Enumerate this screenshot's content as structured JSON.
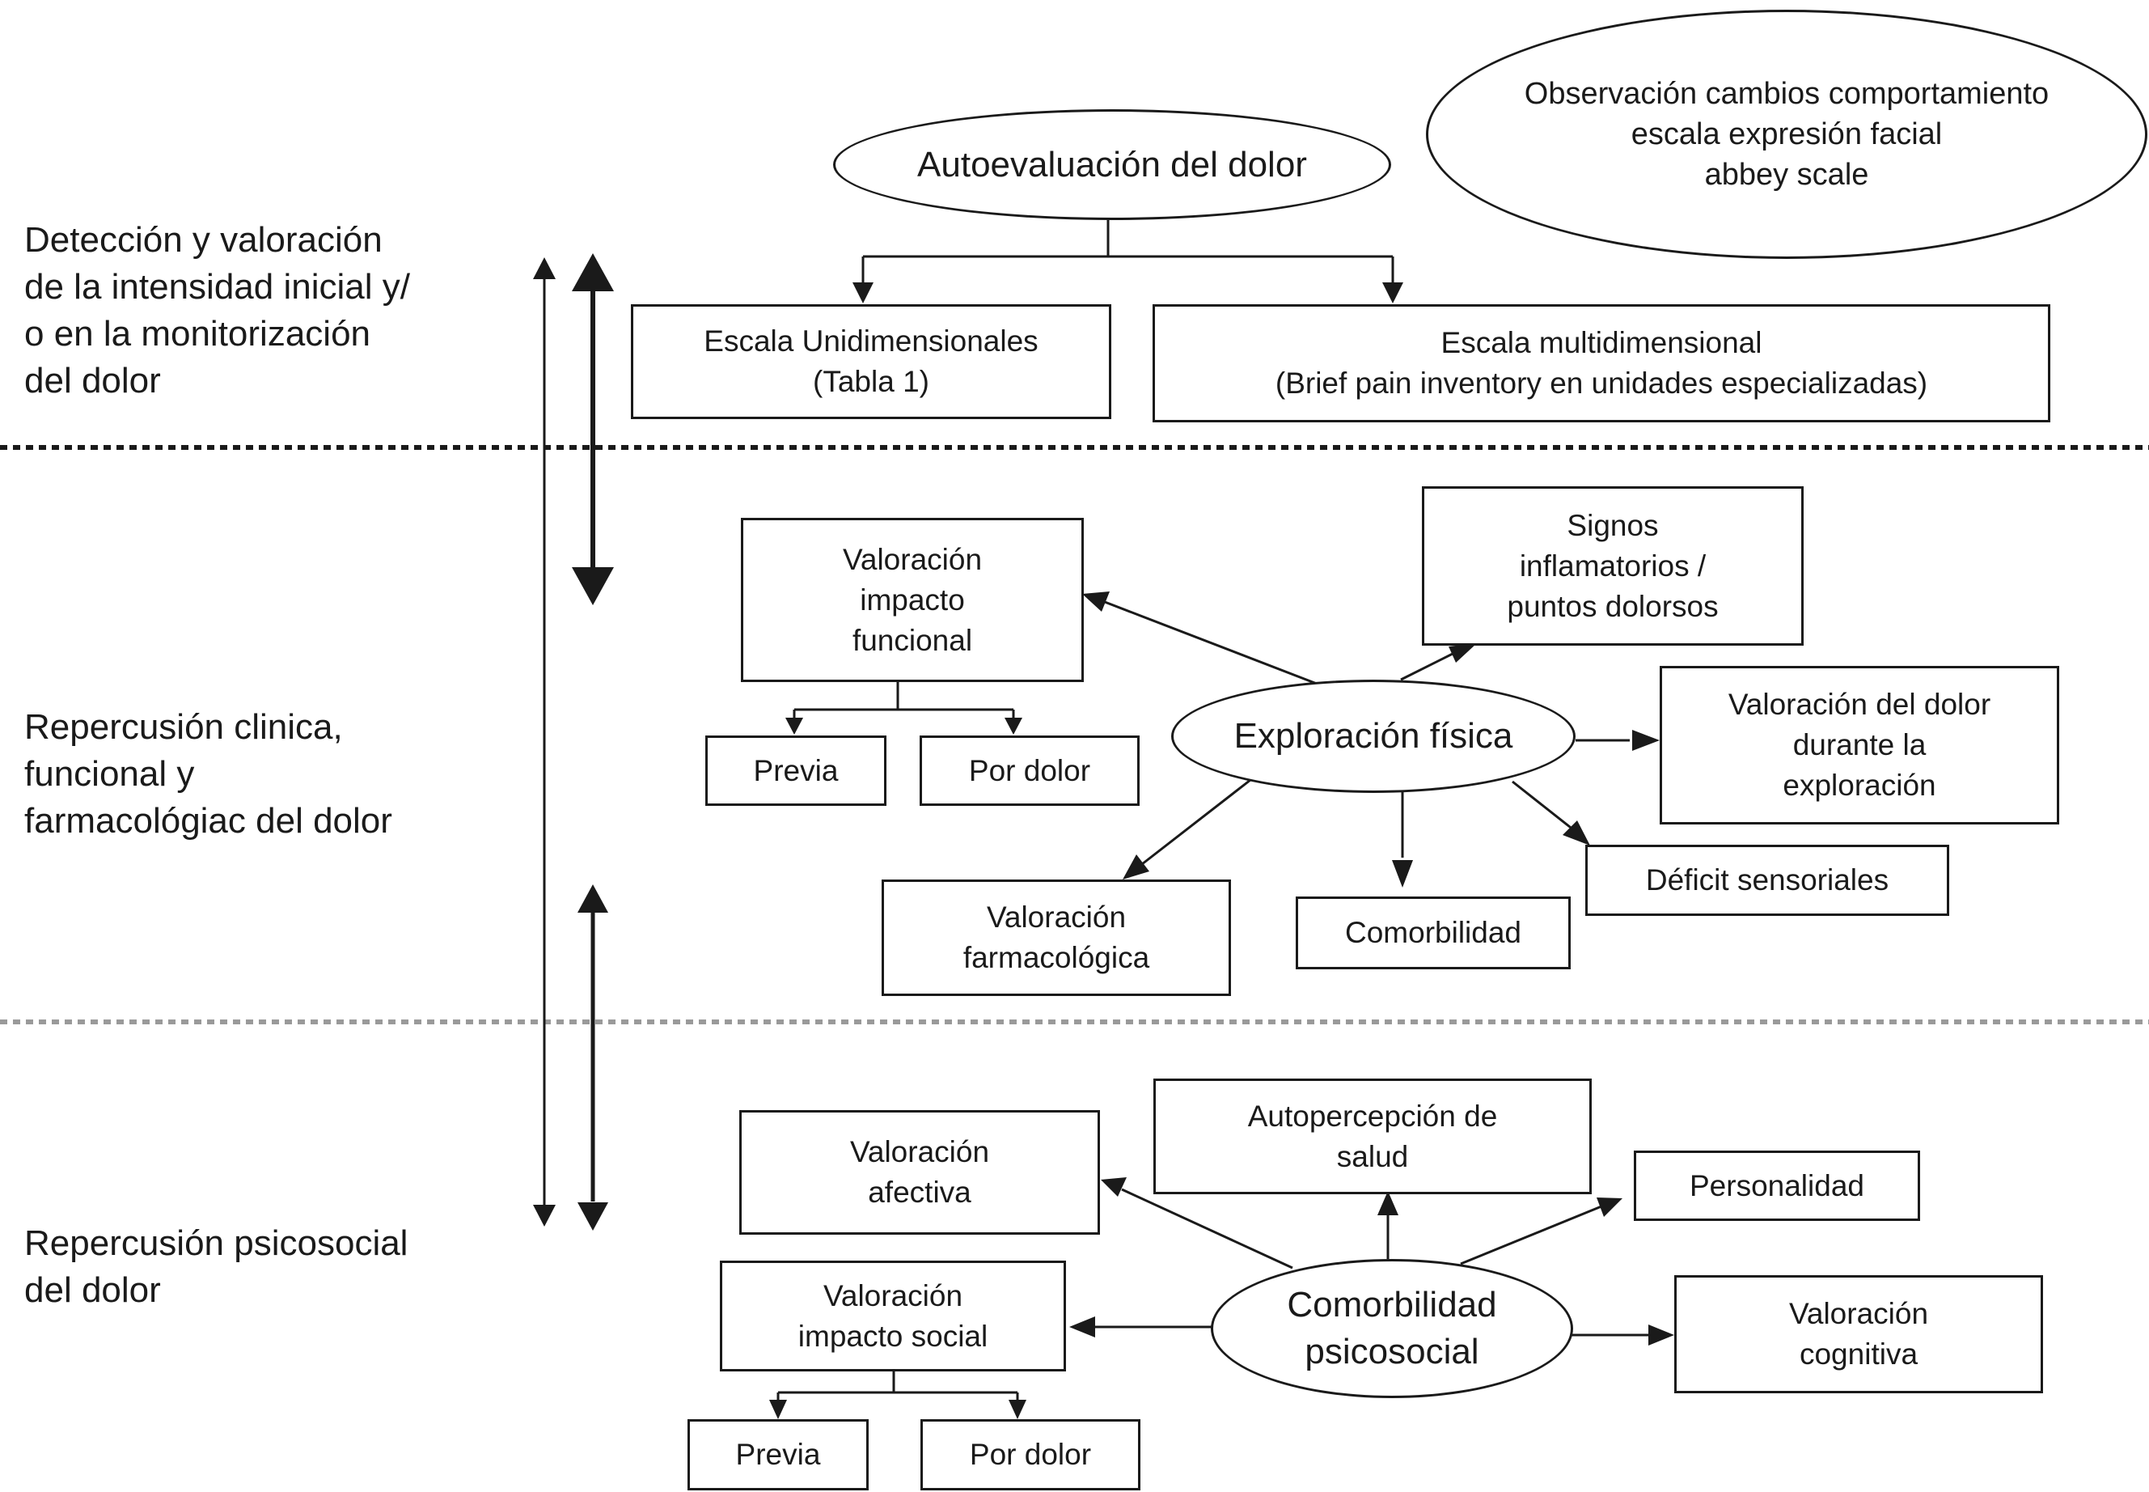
{
  "sections": {
    "detection": [
      "Detección y valoración",
      "de la intensidad inicial y/",
      "o en la monitorización",
      "del dolor"
    ],
    "clinical": [
      "Repercusión clinica,",
      "funcional y",
      "farmacológiac del dolor"
    ],
    "psychosocial": [
      "Repercusión psicosocial",
      "del dolor"
    ]
  },
  "nodes": {
    "observacion": [
      "Observación cambios comportamiento",
      "escala expresión facial",
      "abbey scale"
    ],
    "autoevaluacion": [
      "Autoevaluación del dolor"
    ],
    "unidimensionales": [
      "Escala Unidimensionales",
      "(Tabla 1)"
    ],
    "multidimensional": [
      "Escala multidimensional",
      "(Brief pain inventory en unidades especializadas)"
    ],
    "impacto_funcional": [
      "Valoración",
      "impacto",
      "funcional"
    ],
    "signos": [
      "Signos",
      "inflamatorios /",
      "puntos dolorsos"
    ],
    "previa_1": [
      "Previa"
    ],
    "por_dolor_1": [
      "Por dolor"
    ],
    "exploracion": [
      "Exploración física"
    ],
    "dolor_exploracion": [
      "Valoración del dolor",
      "durante la",
      "exploración"
    ],
    "deficit": [
      "Déficit sensoriales"
    ],
    "farmacologica": [
      "Valoración",
      "farmacológica"
    ],
    "comorbilidad": [
      "Comorbilidad"
    ],
    "autopercepcion": [
      "Autopercepción de",
      "salud"
    ],
    "afectiva": [
      "Valoración",
      "afectiva"
    ],
    "personalidad": [
      "Personalidad"
    ],
    "impacto_social": [
      "Valoración",
      "impacto social"
    ],
    "comorbilidad_psico": [
      "Comorbilidad",
      "psicosocial"
    ],
    "cognitiva": [
      "Valoración",
      "cognitiva"
    ],
    "previa_2": [
      "Previa"
    ],
    "por_dolor_2": [
      "Por dolor"
    ]
  }
}
